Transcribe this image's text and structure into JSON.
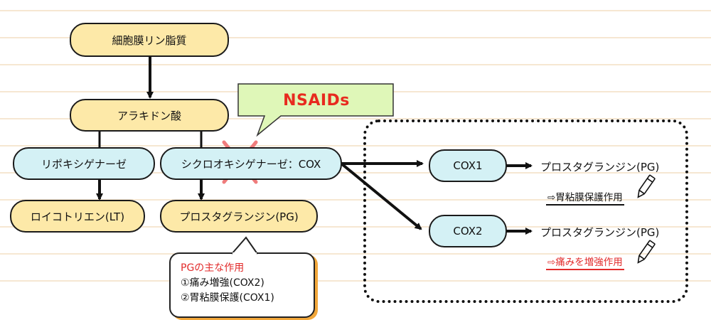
{
  "nodes": {
    "phospholipid": "細胞膜リン脂質",
    "arachidonic": "アラキドン酸",
    "lipoxygenase": "リポキシゲナーゼ",
    "cyclooxygenase": "シクロオキシゲナーゼ：COX",
    "leukotriene": "ロイコトリエン(LT)",
    "prostaglandin": "プロスタグランジン(PG)"
  },
  "nsaids_label": "NSAIDs",
  "callout": {
    "title": "PGの主な作用",
    "line1": "①痛み増強(COX2)",
    "line2": "②胃粘膜保護(COX1)"
  },
  "cox_box": {
    "cox1": "COX1",
    "cox2": "COX2",
    "pg1": "プロスタグランジン(PG)",
    "pg2": "プロスタグランジン(PG)",
    "effect1": "⇨胃粘膜保護作用",
    "effect2": "⇨痛みを増強作用"
  },
  "icons": [
    "pen-icon",
    "cross-mark-icon"
  ],
  "colors": {
    "accent_red": "#e22b2b",
    "yellow": "#fde9a8",
    "blue": "#d4f1f5",
    "nsaids_bg": "#dff7b8"
  }
}
